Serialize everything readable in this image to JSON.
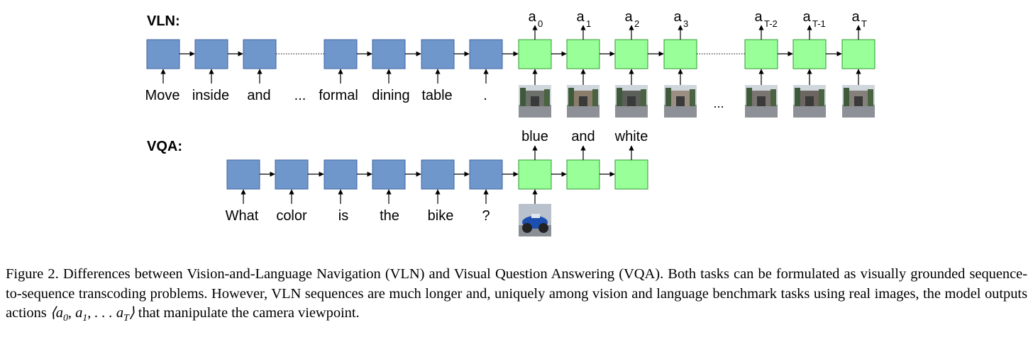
{
  "vln": {
    "title": "VLN:",
    "inputs": [
      "Move",
      "inside",
      "and",
      "...",
      "formal",
      "dining",
      "table",
      "."
    ],
    "actions": [
      "a",
      "a",
      "a",
      "a",
      "a",
      "a",
      "a"
    ],
    "action_subscripts": [
      "0",
      "1",
      "2",
      "3",
      "T-2",
      "T-1",
      "T"
    ],
    "image_ellipsis": "..."
  },
  "vqa": {
    "title": "VQA:",
    "inputs": [
      "What",
      "color",
      "is",
      "the",
      "bike",
      "?"
    ],
    "answers": [
      "blue",
      "and",
      "white"
    ]
  },
  "colors": {
    "encoder_fill": "#6f97cc",
    "encoder_stroke": "#3f63a0",
    "decoder_fill": "#99ff99",
    "decoder_stroke": "#2f9a2f"
  },
  "caption": {
    "text_before": "Figure 2. Differences between Vision-and-Language Navigation (VLN) and Visual Question Answering (VQA). Both tasks can be formulated as visually grounded sequence-to-sequence transcoding problems. However, VLN sequences are much longer and, uniquely among vision and language benchmark tasks using real images, the model outputs actions ",
    "math": "⟨a₀, a₁, . . . a_T⟩",
    "text_after": " that manipulate the camera viewpoint."
  }
}
